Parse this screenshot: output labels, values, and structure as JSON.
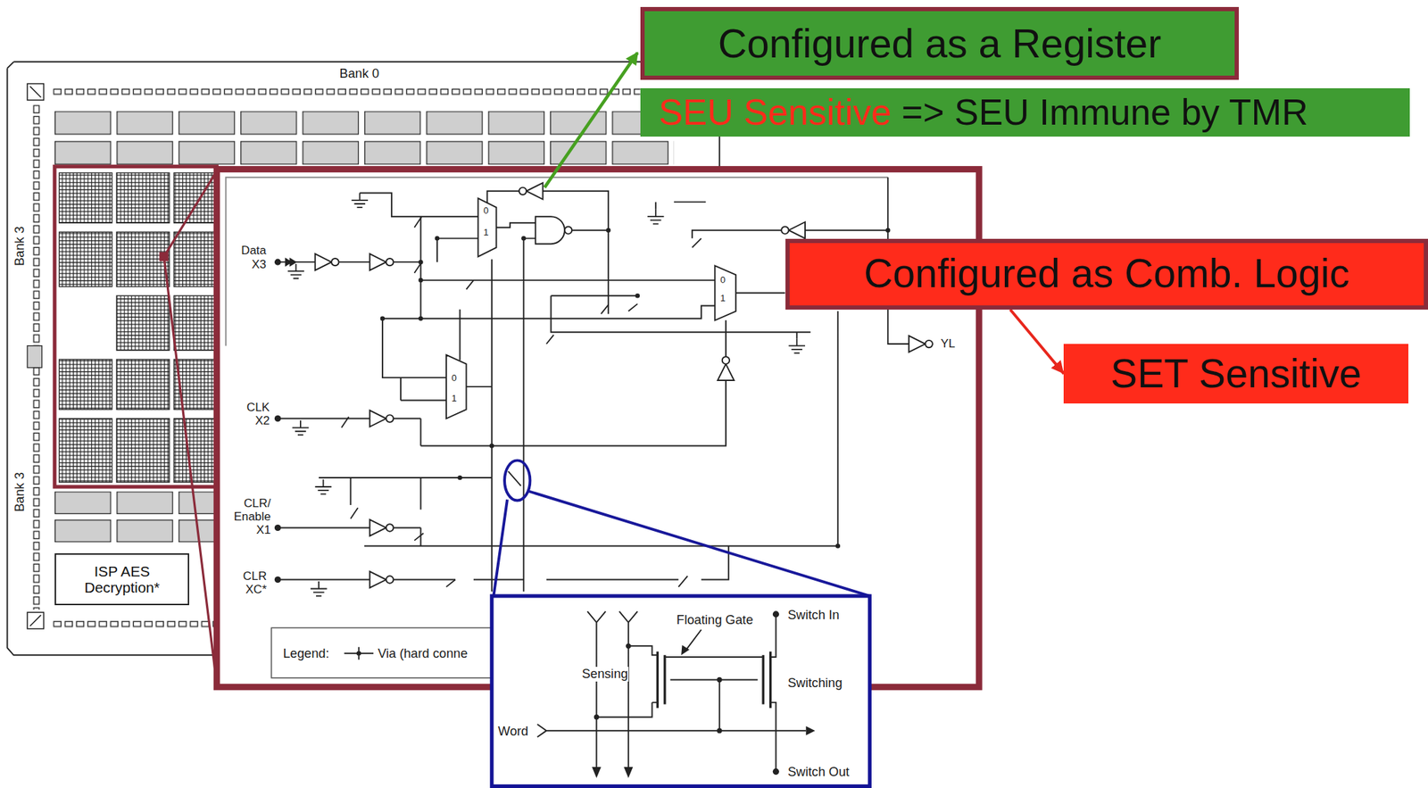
{
  "diagram": {
    "nodes": [
      {
        "text": [
          "Configured as a Register"
        ]
      },
      {
        "text": [
          "SEU Sensitive",
          "=> SEU Immune by TMR"
        ]
      },
      {
        "text": [
          "Configured as Comb. Logic"
        ]
      },
      {
        "text": [
          "SET Sensitive"
        ]
      },
      {
        "text": [
          "ISP AES Decryption*"
        ]
      }
    ],
    "edges": [
      {
        "from": 2,
        "to": 3,
        "arrow": "to"
      }
    ],
    "labels": [
      "Bank 0",
      "Bank 3",
      "Bank 3",
      "Data X3",
      "CLK X2",
      "CLR/ Enable X1",
      "CLR XC*",
      "YL",
      "0",
      "1",
      "0",
      "1",
      "0",
      "1",
      "Legend:",
      "Via (hard conne",
      "Floating Gate",
      "Switch In",
      "Sensing",
      "Switching",
      "Word",
      "Switch Out"
    ]
  }
}
